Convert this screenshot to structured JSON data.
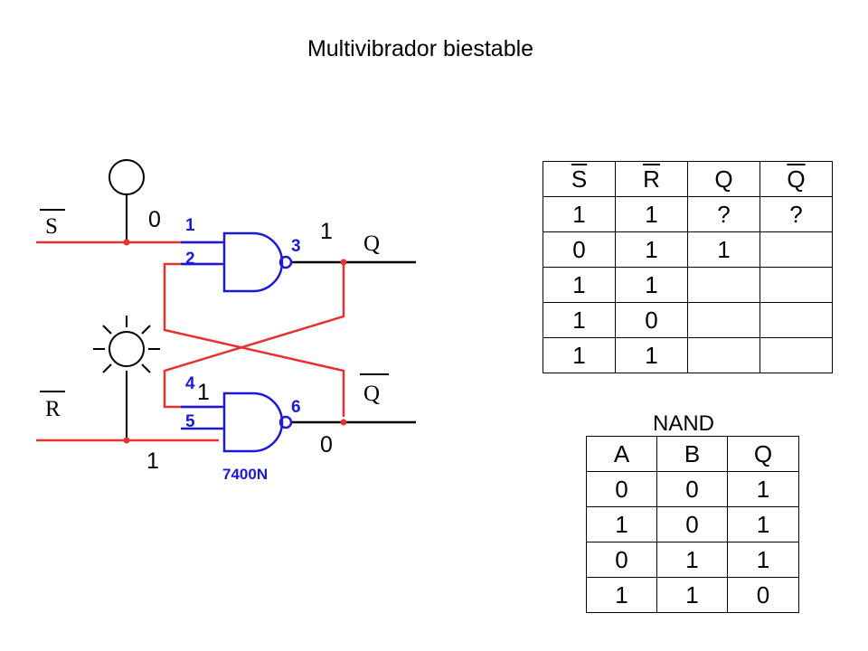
{
  "title": "Multivibrador biestable",
  "circuit": {
    "inputs": {
      "s": "S",
      "r": "R"
    },
    "outputs": {
      "q": "Q",
      "q_bar": "Q"
    },
    "values": {
      "s_input": "0",
      "gate1_input": "1",
      "r_input": "1",
      "q_output": "1",
      "q_bar_output": "0"
    },
    "pins": [
      "1",
      "2",
      "3",
      "4",
      "5",
      "6"
    ],
    "chip": "7400N",
    "colors": {
      "wire": "#e83030",
      "gate": "#1a1adc",
      "node": "#e83030"
    },
    "icons": [
      "switch-circle-icon",
      "lamp-icon",
      "nand-gate-icon"
    ]
  },
  "truth_table": {
    "headers": [
      "S",
      "R",
      "Q",
      "Q"
    ],
    "rows": [
      [
        "1",
        "1",
        "?",
        "?"
      ],
      [
        "0",
        "1",
        "1",
        ""
      ],
      [
        "1",
        "1",
        "",
        ""
      ],
      [
        "1",
        "0",
        "",
        ""
      ],
      [
        "1",
        "1",
        "",
        ""
      ]
    ]
  },
  "nand": {
    "label": "NAND",
    "headers": [
      "A",
      "B",
      "Q"
    ],
    "rows": [
      [
        "0",
        "0",
        "1"
      ],
      [
        "1",
        "0",
        "1"
      ],
      [
        "0",
        "1",
        "1"
      ],
      [
        "1",
        "1",
        "0"
      ]
    ]
  }
}
